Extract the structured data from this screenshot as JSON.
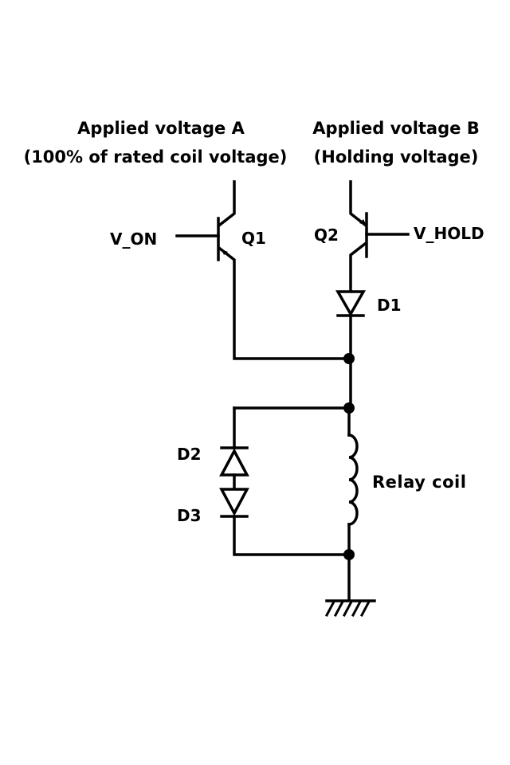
{
  "headings": {
    "voltage_a_title": "Applied voltage A",
    "voltage_a_subtitle": "(100% of rated coil voltage)",
    "voltage_b_title": "Applied voltage B",
    "voltage_b_subtitle": "(Holding voltage)"
  },
  "inputs": {
    "v_on": "V_ON",
    "v_hold": "V_HOLD"
  },
  "components": {
    "q1": "Q1",
    "q2": "Q2",
    "d1": "D1",
    "d2": "D2",
    "d3": "D3",
    "relay_coil": "Relay coil"
  },
  "colors": {
    "line": "#000000",
    "background": "#ffffff"
  }
}
